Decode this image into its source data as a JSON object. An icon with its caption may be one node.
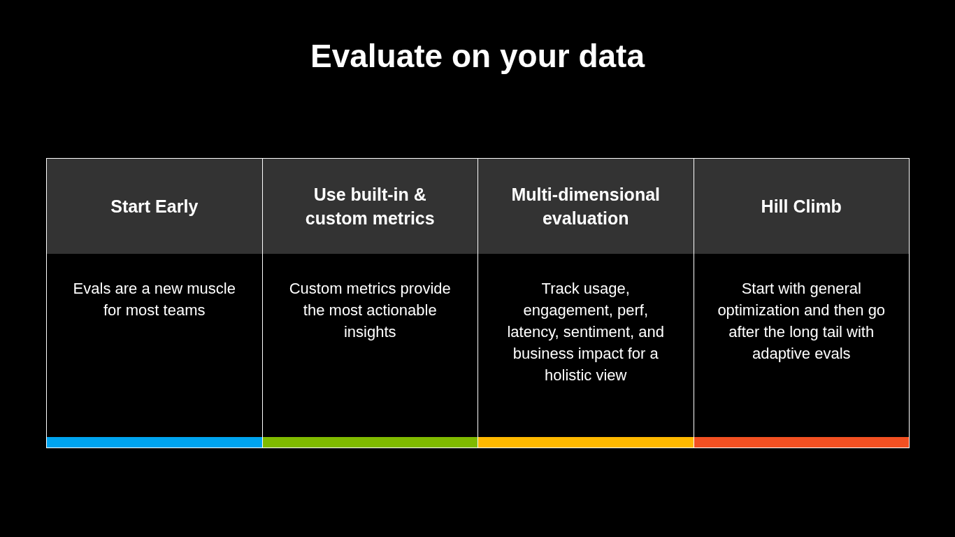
{
  "diagram": {
    "title": "Evaluate on your data",
    "nodes": [
      {
        "text": [
          "Start Early",
          "Evals are a new muscle for most teams"
        ]
      },
      {
        "text": [
          "Use built-in & custom metrics",
          "Custom metrics provide the most actionable insights"
        ]
      },
      {
        "text": [
          "Multi-dimensional evaluation",
          "Track usage, engagement, perf, latency, sentiment, and business impact for a holistic view"
        ]
      },
      {
        "text": [
          "Hill Climb",
          "Start with general optimization and then go after the long tail with adaptive evals"
        ]
      }
    ],
    "edges": []
  }
}
